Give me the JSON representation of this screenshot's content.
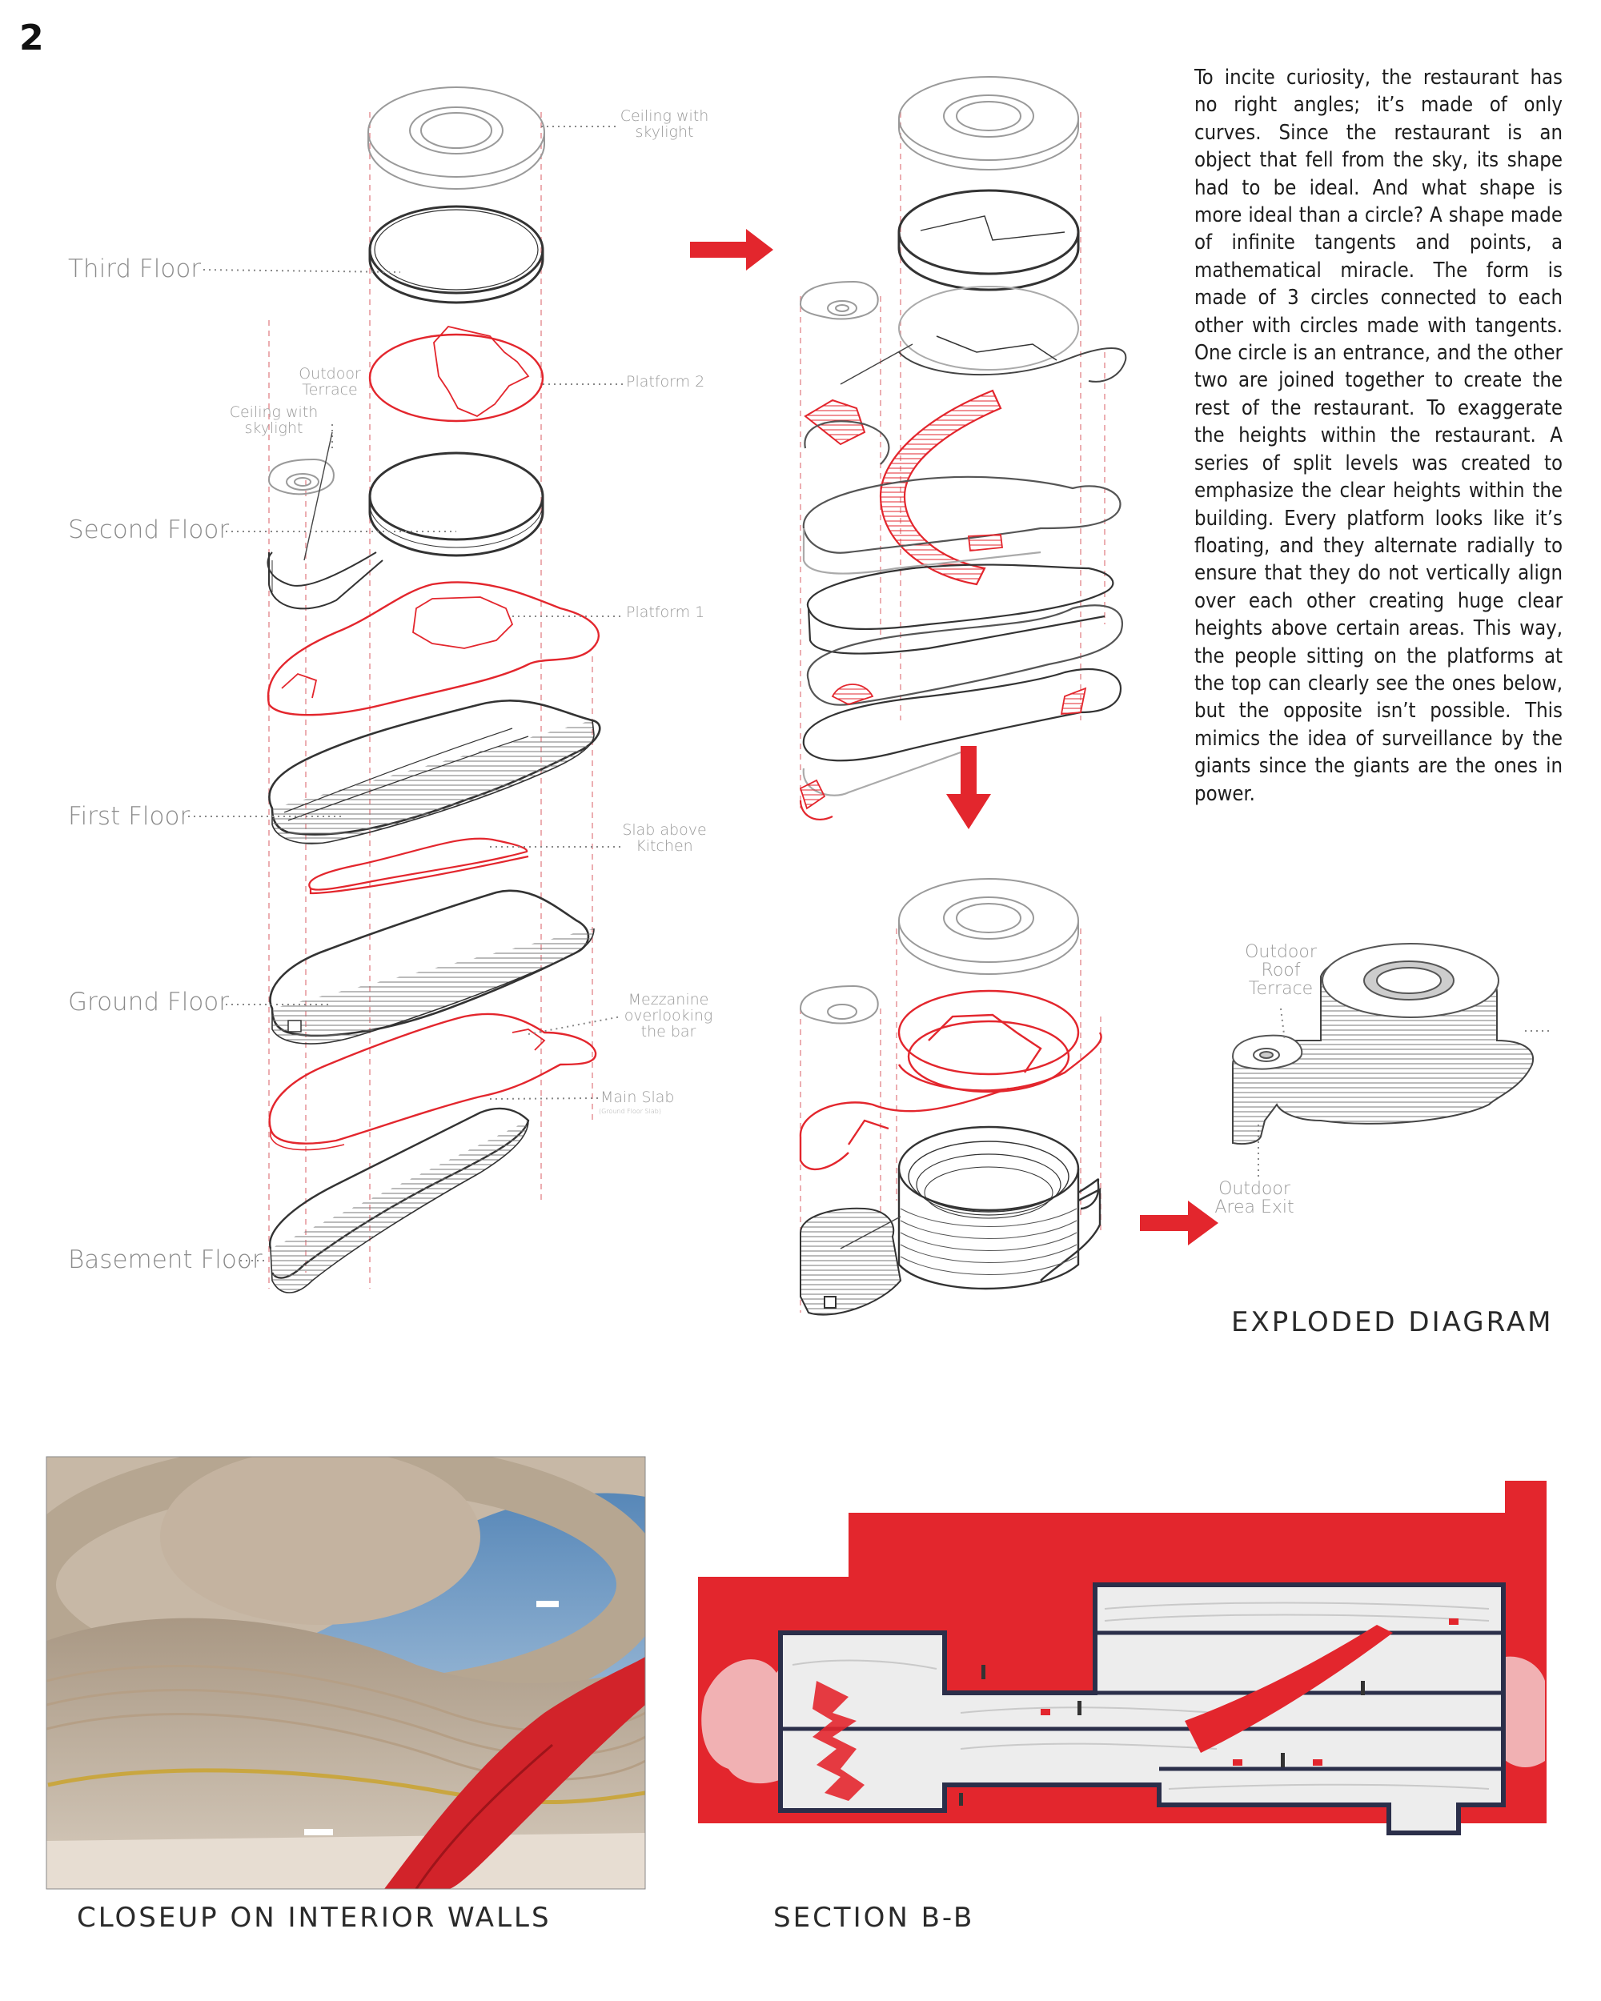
{
  "page_number": "2",
  "floor_labels": {
    "third": "Third Floor",
    "second": "Second Floor",
    "first": "First Floor",
    "ground": "Ground Floor",
    "basement": "Basement Floor"
  },
  "side_labels": {
    "ceiling_skylight": "Ceiling with skylight",
    "platform2": "Platform 2",
    "outdoor_terrace": "Outdoor Terrace",
    "ceiling_skylight_small": "Ceiling with skylight",
    "platform1": "Platform 1",
    "slab_kitchen": "Slab above Kitchen",
    "mezzanine": "Mezzanine overlooking the bar",
    "main_slab": "Main Slab",
    "main_slab_note": "(Ground Floor Slab)",
    "outdoor_roof_terrace": "Outdoor Roof Terrace",
    "outdoor_area_exit": "Outdoor Area Exit"
  },
  "description": "To incite curiosity, the restaurant has no right angles; it’s made of only curves. Since the restaurant is an object that fell from the sky, its shape had to be ideal. And what shape is more ideal than a circle? A shape made of infinite tangents and points, a mathematical miracle. The form is made of 3 circles connected to each other with circles made with tangents. One circle is an entrance, and the other two are joined together to create the rest of the restaurant. To exaggerate the heights within the restaurant. A series of split levels was created to emphasize the clear heights within the building. Every platform looks like it’s floating, and they alternate radially to ensure that they do not vertically align over each other creating huge clear heights above certain areas. This way, the people sitting on the platforms at the top can clearly see the ones below, but the opposite isn’t possible. This mimics the idea of surveillance by the giants since the giants are the ones in power.",
  "captions": {
    "exploded": "EXPLODED DIAGRAM",
    "interior": "CLOSEUP ON INTERIOR WALLS",
    "section": "SECTION B-B"
  },
  "colors": {
    "accent_red": "#e3262d",
    "line_dark": "#3a3a3a",
    "line_grey": "#9a9a9a",
    "section_frame": "#2b2f4a"
  }
}
